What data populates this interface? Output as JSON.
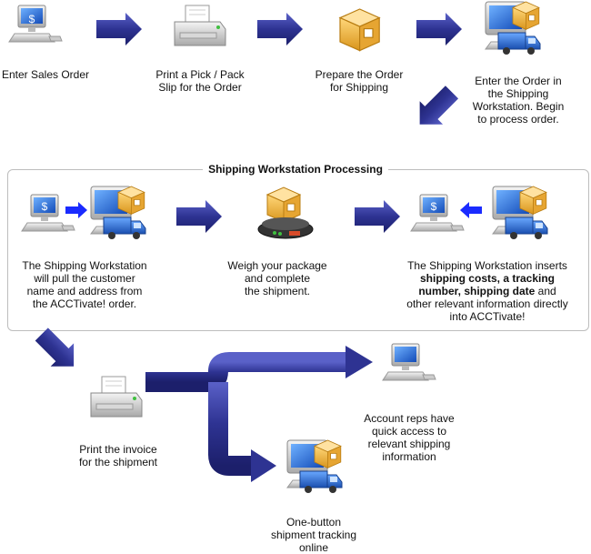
{
  "steps": {
    "enter_sales_order": "Enter Sales Order",
    "print_pick_pack": [
      "Print a Pick / Pack",
      "Slip for the Order"
    ],
    "prepare_order": [
      "Prepare the Order",
      "for Shipping"
    ],
    "enter_shipping": [
      "Enter the Order in",
      "the Shipping",
      "Workstation. Begin",
      "to process order."
    ]
  },
  "panel": {
    "title": "Shipping Workstation Processing",
    "pull_info": [
      "The Shipping Workstation",
      "will pull the customer",
      "name and address from",
      "the ACCTivate! order."
    ],
    "weigh": [
      "Weigh your package",
      "and complete",
      "the shipment."
    ],
    "inserts": {
      "line1": "The Shipping Workstation inserts",
      "bold1": "shipping costs, a tracking",
      "bold2a": "number, shipping date",
      "and": " and",
      "line4": "other relevant information directly",
      "line5": "into ACCTivate!"
    }
  },
  "bottom": {
    "print_invoice": [
      "Print the invoice",
      "for the shipment"
    ],
    "account_reps": [
      "Account reps have",
      "quick access to",
      "relevant shipping",
      "information"
    ],
    "tracking": [
      "One-button",
      "shipment tracking",
      "online"
    ]
  },
  "icons": {
    "dollar_sign": "$"
  },
  "colors": {
    "arrow": "#2e3392",
    "arrow_light": "#4b52b6",
    "monitor_screen": "#1f5fd6",
    "box": "#f0b429",
    "truck": "#2a6fd8",
    "panel_border": "#bdbdbd"
  }
}
